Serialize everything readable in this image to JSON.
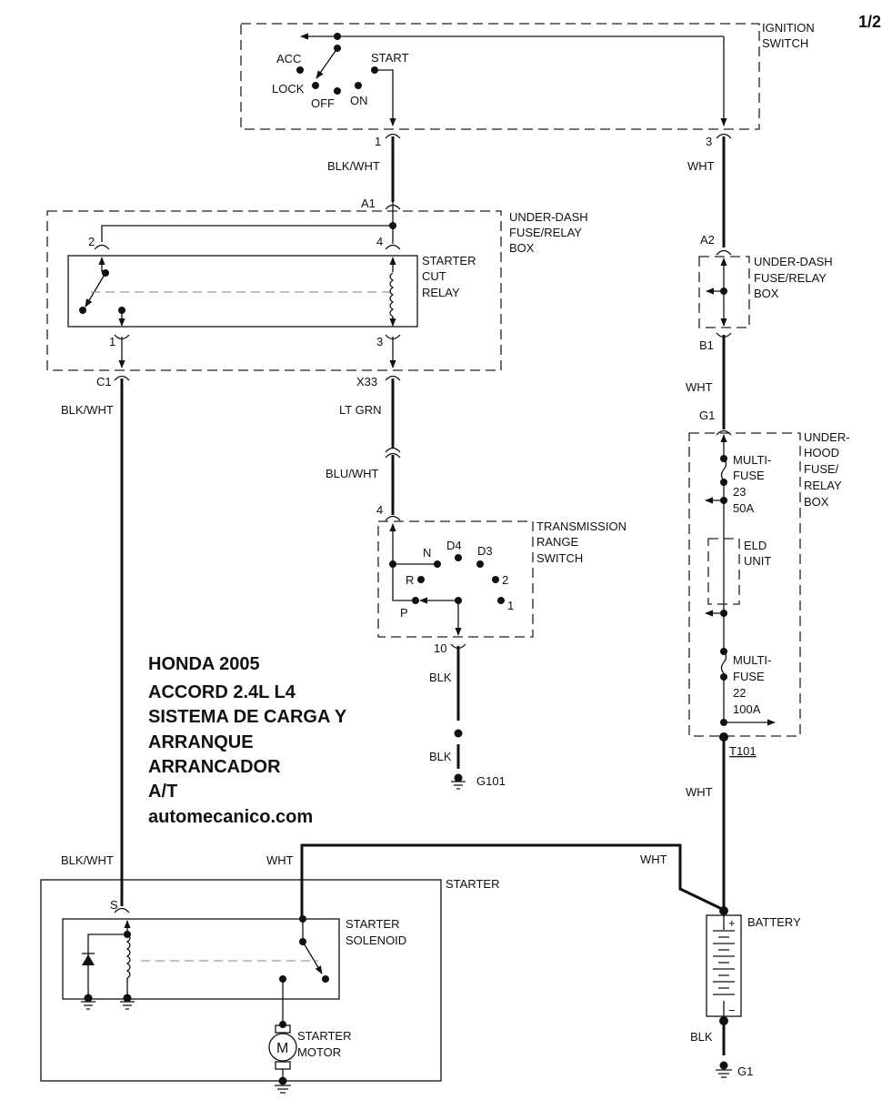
{
  "page": "1/2",
  "title_block": {
    "lines": [
      "HONDA 2005",
      "ACCORD 2.4L L4",
      "SISTEMA DE CARGA Y",
      "ARRANQUE",
      "ARRANCADOR",
      "A/T",
      "automecanico.com"
    ]
  },
  "ignition_switch": {
    "name": [
      "IGNITION",
      "SWITCH"
    ],
    "positions": {
      "acc": "ACC",
      "lock": "LOCK",
      "off": "OFF",
      "on": "ON",
      "start": "START"
    },
    "pin_start": "1",
    "pin_batt": "3"
  },
  "underdash_box_left": {
    "name": [
      "UNDER-DASH",
      "FUSE/RELAY",
      "BOX"
    ],
    "connectors": {
      "in": "A1",
      "out_left": "C1",
      "out_right": "X33"
    },
    "relay": {
      "name": [
        "STARTER",
        "CUT",
        "RELAY"
      ],
      "pins": {
        "p1": "1",
        "p2": "2",
        "p3": "3",
        "p4": "4"
      }
    }
  },
  "underdash_box_right": {
    "name": [
      "UNDER-DASH",
      "FUSE/RELAY",
      "BOX"
    ],
    "connectors": {
      "in": "A2",
      "out": "B1"
    }
  },
  "underhood_box": {
    "name": [
      "UNDER-",
      "HOOD",
      "FUSE/",
      "RELAY",
      "BOX"
    ],
    "connector_in": "G1",
    "fuse23": [
      "MULTI-",
      "FUSE",
      "23",
      "50A"
    ],
    "eld": [
      "ELD",
      "UNIT"
    ],
    "fuse22": [
      "MULTI-",
      "FUSE",
      "22",
      "100A"
    ],
    "splice": "T101"
  },
  "transmission_range_switch": {
    "name": [
      "TRANSMISSION",
      "RANGE",
      "SWITCH"
    ],
    "pin_in": "4",
    "pin_out": "10",
    "positions": {
      "p": "P",
      "r": "R",
      "n": "N",
      "d4": "D4",
      "d3": "D3",
      "two": "2",
      "one": "1"
    }
  },
  "wires": {
    "ign_to_relay": "BLK/WHT",
    "ign_batt": "WHT",
    "b1_to_g1": "WHT",
    "c1_to_starter_top": "BLK/WHT",
    "c1_to_starter_bottom": "BLK/WHT",
    "x33": "LT GRN",
    "trs_in": "BLU/WHT",
    "trs_out": "BLK",
    "g101_lead": "BLK",
    "t101_to_batt": "WHT",
    "batt_to_starter_left": "WHT",
    "batt_to_starter_right": "WHT",
    "batt_ground": "BLK"
  },
  "grounds": {
    "g101": "G101",
    "g1": "G1"
  },
  "starter": {
    "name": "STARTER",
    "s_terminal": "S",
    "solenoid": [
      "STARTER",
      "SOLENOID"
    ],
    "motor": [
      "STARTER",
      "MOTOR"
    ],
    "motor_symbol": "M"
  },
  "battery": {
    "name": "BATTERY",
    "plus": "+",
    "minus": "−"
  }
}
